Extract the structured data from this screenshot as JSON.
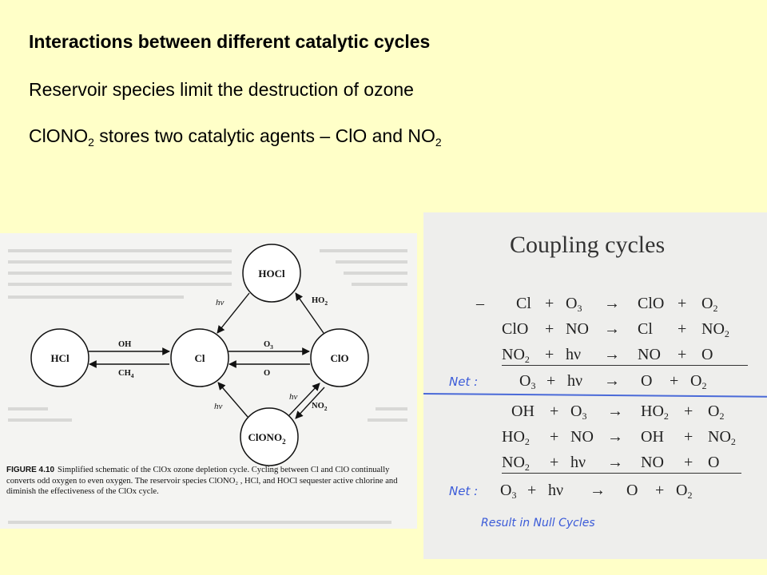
{
  "header": {
    "title": "Interactions between different catalytic cycles",
    "line2": "Reservoir species limit the destruction of ozone",
    "line3_pre": "ClONO",
    "line3_sub1": "2",
    "line3_mid": " stores two catalytic agents – ClO and NO",
    "line3_sub2": "2"
  },
  "figure": {
    "nodes": {
      "hocl": "HOCl",
      "hcl": "HCl",
      "cl": "Cl",
      "clo": "ClO",
      "clono2": "ClONO",
      "clono2_sub": "2"
    },
    "labels": {
      "oh": "OH",
      "ch": "CH",
      "ch_sub": "4",
      "o3": "O",
      "o3_sub": "3",
      "o": "O",
      "hv1": "hν",
      "ho2": "HO",
      "ho2_sub": "2",
      "hv2": "hν",
      "hv3": "hν",
      "no2": "NO",
      "no2_sub": "2"
    },
    "caption_label": "FIGURE 4.10",
    "caption_text": "Simplified schematic of the ClOx ozone depletion cycle. Cycling between Cl and ClO continually converts odd oxygen to even oxygen. The reservoir species ClONO₂ , HCl, and HOCl sequester active chlorine and diminish the effectiveness of the ClOx cycle."
  },
  "page": {
    "title": "Coupling cycles",
    "dash": "–",
    "r1": {
      "a": "Cl",
      "b": "O",
      "b_sub": "3",
      "c": "ClO",
      "d": "O",
      "d_sub": "2"
    },
    "r2": {
      "a": "ClO",
      "b": "NO",
      "c": "Cl",
      "d": "NO",
      "d_sub": "2"
    },
    "r3": {
      "a": "NO",
      "a_sub": "2",
      "b": "hν",
      "c": "NO",
      "d": "O"
    },
    "net1_label": "Net :",
    "net1": {
      "a": "O",
      "a_sub": "3",
      "b": "hν",
      "c": "O",
      "d": "O",
      "d_sub": "2"
    },
    "r4": {
      "a": "OH",
      "b": "O",
      "b_sub": "3",
      "c": "HO",
      "c_sub": "2",
      "d": "O",
      "d_sub": "2"
    },
    "r5": {
      "a": "HO",
      "a_sub": "2",
      "b": "NO",
      "c": "OH",
      "d": "NO",
      "d_sub": "2"
    },
    "r6": {
      "a": "NO",
      "a_sub": "2",
      "b": "hν",
      "c": "NO",
      "d": "O"
    },
    "net2_label": "Net :",
    "net2": {
      "a": "O",
      "a_sub": "3",
      "b": "hν",
      "c": "O",
      "d": "O",
      "d_sub": "2"
    },
    "plus": "+",
    "arrow": "→",
    "note": "Result in Null Cycles"
  }
}
